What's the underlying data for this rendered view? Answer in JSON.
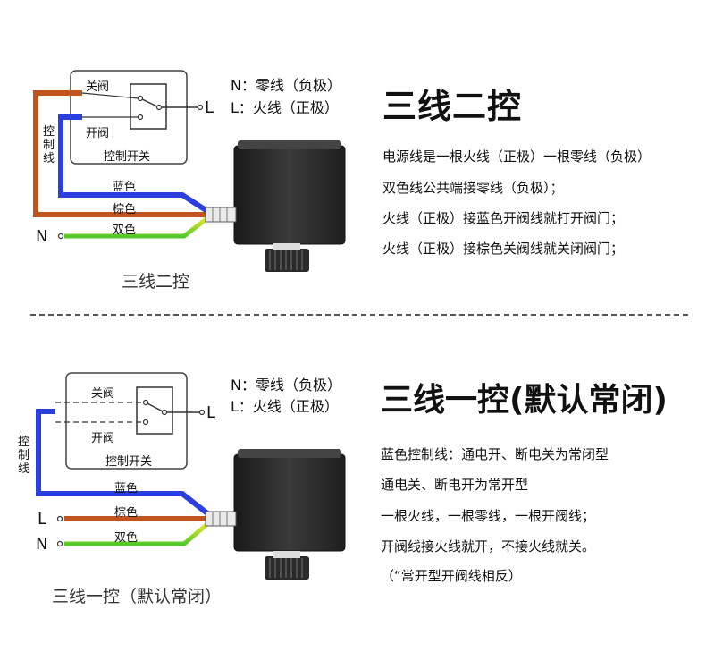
{
  "top": {
    "legend_n": "N：零线（负极）",
    "legend_l": "L：火线（正极）",
    "box_close": "关阀",
    "box_open": "开阀",
    "box_switch": "控制开关",
    "side_label": "控制线",
    "wire_blue": "蓝色",
    "wire_brown": "棕色",
    "wire_dual": "双色",
    "terminal_l": "L",
    "terminal_n": "N",
    "caption": "三线二控",
    "title": "三线二控",
    "desc": [
      "电源线是一根火线（正极）一根零线（负极）",
      "双色线公共端接零线（负极）；",
      "火线（正极）接蓝色开阀线就打开阀门；",
      "火线（正极）接棕色关阀线就关闭阀门；"
    ]
  },
  "bottom": {
    "legend_n": "N：零线（负极）",
    "legend_l": "L：火线（正极）",
    "box_close": "关阀",
    "box_open": "开阀",
    "box_switch": "控制开关",
    "side_label": "控制线",
    "wire_blue": "蓝色",
    "wire_brown": "棕色",
    "wire_dual": "双色",
    "terminal_l": "L",
    "terminal_l2": "L",
    "terminal_n": "N",
    "caption": "三线一控（默认常闭）",
    "title": "三线一控(默认常闭)",
    "desc": [
      "蓝色控制线：通电开、断电关为常闭型",
      "通电关、断电开为常开型",
      "一根火线，一根零线，一根开阀线；",
      "开阀线接火线就开，不接火线就关。",
      "（“常开型开阀线相反）"
    ]
  },
  "colors": {
    "blue_wire": "#2b3fe0",
    "brown_wire": "#c0541e",
    "dual_wire_green": "#56c92a",
    "dual_wire_yellow": "#e6e62a",
    "actuator_dark": "#2b2b2b"
  }
}
